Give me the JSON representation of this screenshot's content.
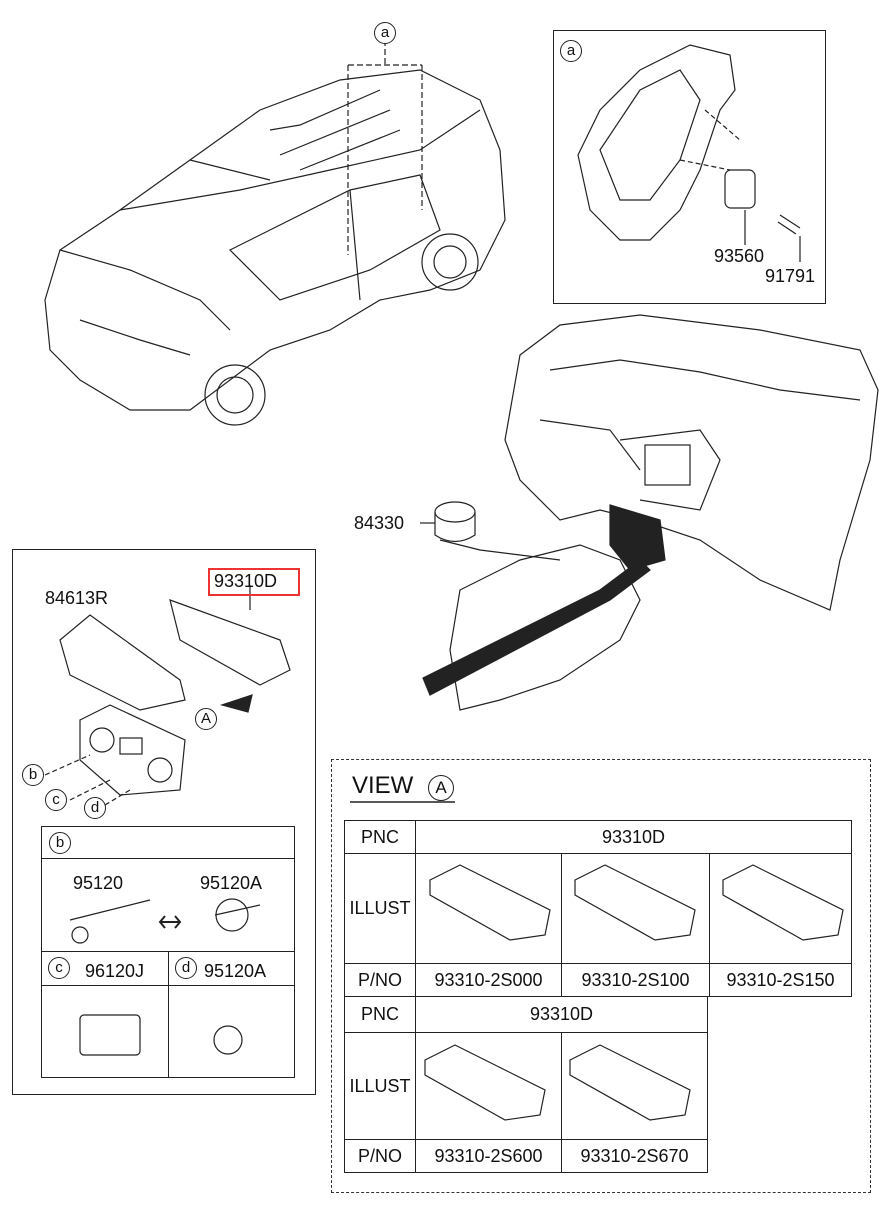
{
  "callouts": {
    "a_top": "a",
    "a_inset": "a",
    "part_93560": "93560",
    "part_91791": "91791",
    "part_84330": "84330",
    "part_84613R": "84613R",
    "part_93310D": "93310D",
    "view_marker": "A",
    "b": "b",
    "c": "c",
    "d": "d"
  },
  "detail_boxes": {
    "b_label": "b",
    "b_part1": "95120",
    "b_part2": "95120A",
    "c_label": "c",
    "c_part": "96120J",
    "d_label": "d",
    "d_part": "95120A"
  },
  "view": {
    "title": "VIEW",
    "marker": "A"
  },
  "table1": {
    "pnc_label": "PNC",
    "pnc_value": "93310D",
    "illust_label": "ILLUST",
    "pno_label": "P/NO",
    "pnos": [
      "93310-2S000",
      "93310-2S100",
      "93310-2S150"
    ]
  },
  "table2": {
    "pnc_label": "PNC",
    "pnc_value": "93310D",
    "illust_label": "ILLUST",
    "pno_label": "P/NO",
    "pnos": [
      "93310-2S600",
      "93310-2S670"
    ]
  },
  "colors": {
    "highlight": "#e33333",
    "line": "#222222"
  }
}
